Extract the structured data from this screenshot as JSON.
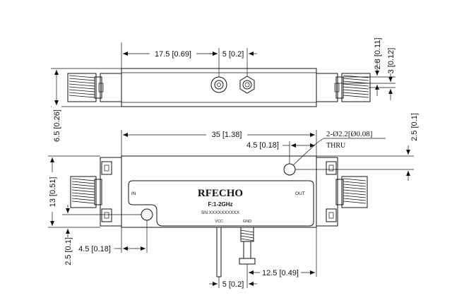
{
  "dimensions": {
    "top_width": "17.5 [0.69]",
    "top_hole_pitch": "5 [0.2]",
    "top_offset_1": "2.8 [0.11]",
    "top_offset_2": "3 [0.12]",
    "body_thickness": "6.5 [0.26]",
    "front_width": "35 [1.38]",
    "hole_offset_x": "4.5 [0.18]",
    "hole_callout_line1": "2-Ø2.2[Ø0.08]",
    "hole_callout_line2": "THRU",
    "hole_offset_top": "2.5 [0.1]",
    "front_height": "13 [0.51]",
    "left_hole_offset_y": "2.5 [0.1]",
    "left_hole_offset_x": "4.5 [0.18]",
    "pin_position": "12.5 [0.49]",
    "pin_pitch": "5 [0.2]"
  },
  "label": {
    "brand": "RFECHO",
    "frequency": "F:1-2GHz",
    "serial": "SN:XXXXXXXXXX",
    "port_in": "IN",
    "port_out": "OUT",
    "pin_vcc": "VCC",
    "pin_gnd": "GND"
  }
}
